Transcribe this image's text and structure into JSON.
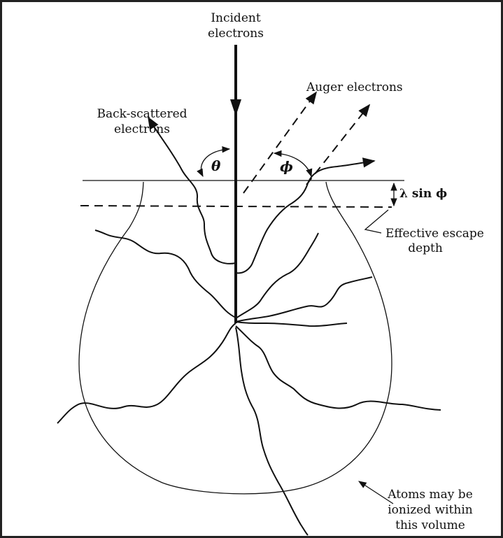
{
  "labels": {
    "incident_line1": "Incident",
    "incident_line2": "electrons",
    "auger": "Auger electrons",
    "backscatter_line1": "Back-scattered",
    "backscatter_line2": "electrons",
    "theta": "θ",
    "phi": "ϕ",
    "lambda_sin_phi": "λ sin ϕ",
    "escape_line1": "Effective escape",
    "escape_line2": "depth",
    "volume_line1": "Atoms may be",
    "volume_line2": "ionized within",
    "volume_line3": "this volume"
  }
}
